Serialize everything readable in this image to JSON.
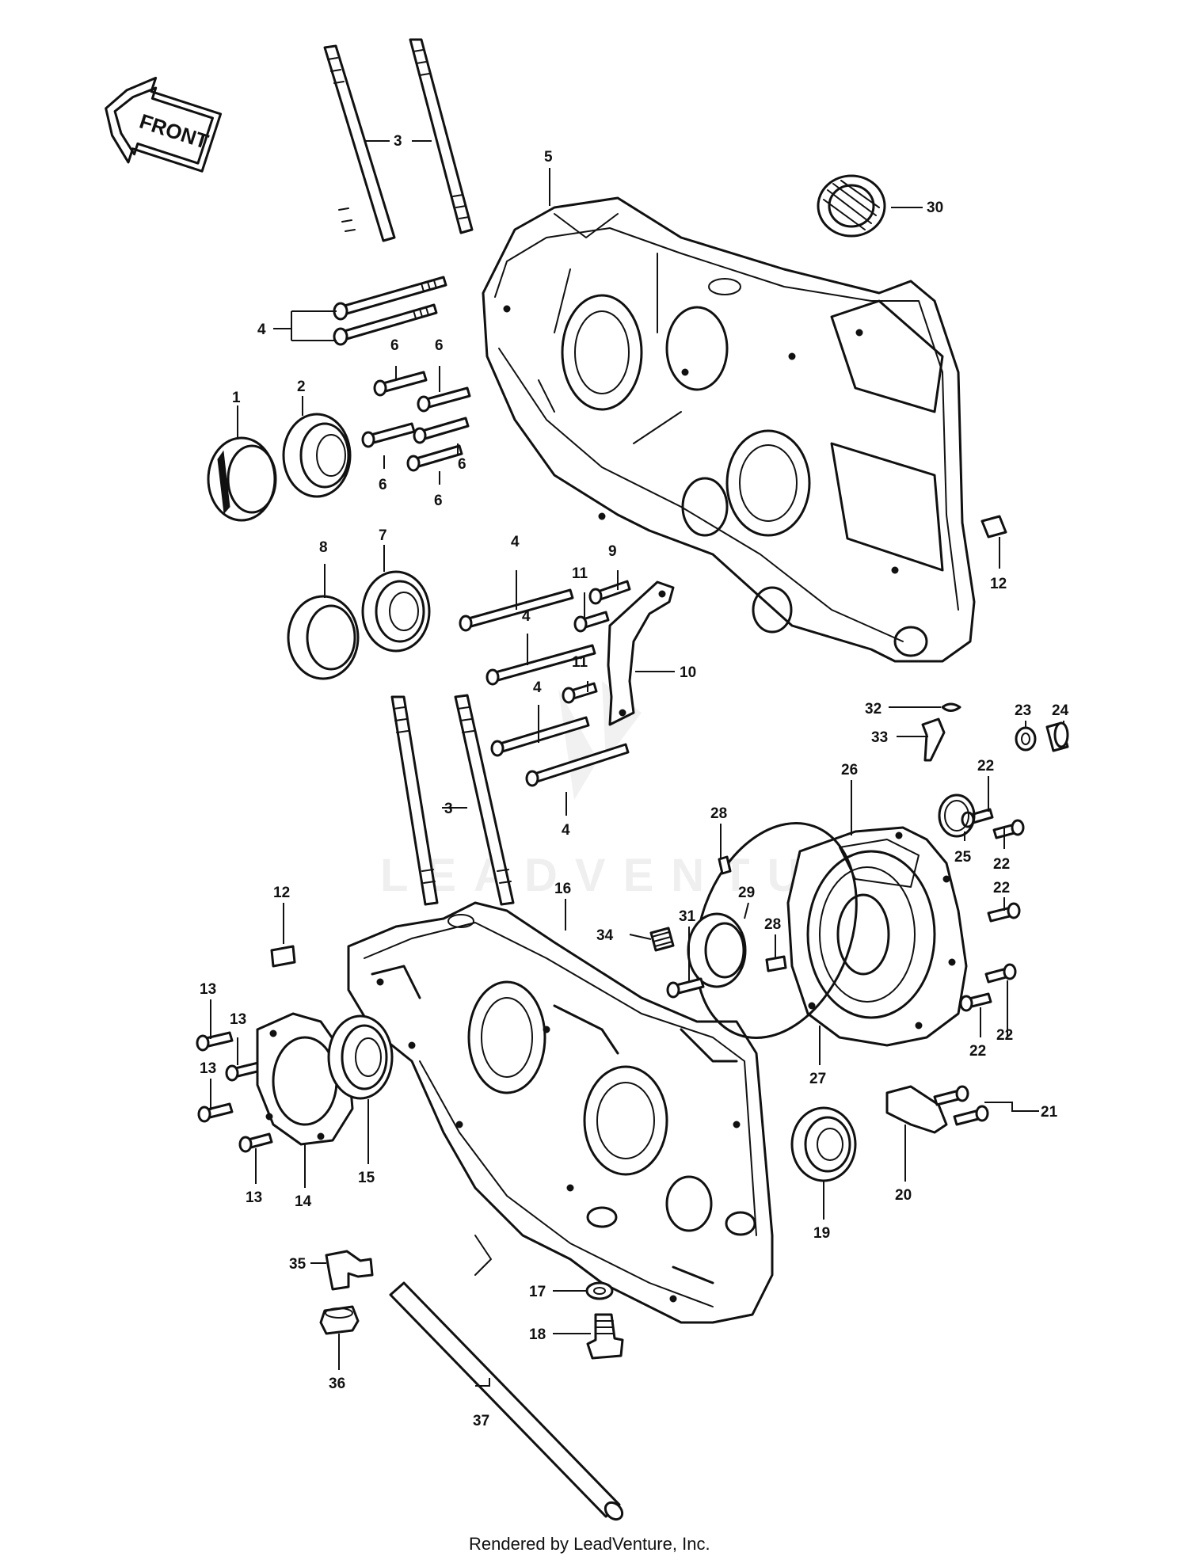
{
  "front_label": "FRONT",
  "watermark_text": "LEADVENTURE",
  "footer_credit": "Rendered by LeadVenture, Inc.",
  "callouts": [
    {
      "id": "c3a",
      "text": "3"
    },
    {
      "id": "c5",
      "text": "5"
    },
    {
      "id": "c30",
      "text": "30"
    },
    {
      "id": "c4a",
      "text": "4"
    },
    {
      "id": "c6a",
      "text": "6"
    },
    {
      "id": "c6b",
      "text": "6"
    },
    {
      "id": "c1",
      "text": "1"
    },
    {
      "id": "c2",
      "text": "2"
    },
    {
      "id": "c6c",
      "text": "6"
    },
    {
      "id": "c6d",
      "text": "6"
    },
    {
      "id": "c6e",
      "text": "6"
    },
    {
      "id": "c8",
      "text": "8"
    },
    {
      "id": "c7",
      "text": "7"
    },
    {
      "id": "c4b",
      "text": "4"
    },
    {
      "id": "c9",
      "text": "9"
    },
    {
      "id": "c11a",
      "text": "11"
    },
    {
      "id": "c4c",
      "text": "4"
    },
    {
      "id": "c11b",
      "text": "11"
    },
    {
      "id": "c10",
      "text": "10"
    },
    {
      "id": "c12a",
      "text": "12"
    },
    {
      "id": "c4d",
      "text": "4"
    },
    {
      "id": "c4e",
      "text": "4"
    },
    {
      "id": "c32",
      "text": "32"
    },
    {
      "id": "c23",
      "text": "23"
    },
    {
      "id": "c24",
      "text": "24"
    },
    {
      "id": "c33",
      "text": "33"
    },
    {
      "id": "c22a",
      "text": "22"
    },
    {
      "id": "c26",
      "text": "26"
    },
    {
      "id": "c3b",
      "text": "3"
    },
    {
      "id": "c28a",
      "text": "28"
    },
    {
      "id": "c22b",
      "text": "22"
    },
    {
      "id": "c25",
      "text": "25"
    },
    {
      "id": "c22c",
      "text": "22"
    },
    {
      "id": "c12b",
      "text": "12"
    },
    {
      "id": "c16",
      "text": "16"
    },
    {
      "id": "c29",
      "text": "29"
    },
    {
      "id": "c34",
      "text": "34"
    },
    {
      "id": "c31",
      "text": "31"
    },
    {
      "id": "c28b",
      "text": "28"
    },
    {
      "id": "c13a",
      "text": "13"
    },
    {
      "id": "c13b",
      "text": "13"
    },
    {
      "id": "c13c",
      "text": "13"
    },
    {
      "id": "c22d",
      "text": "22"
    },
    {
      "id": "c22e",
      "text": "22"
    },
    {
      "id": "c27",
      "text": "27"
    },
    {
      "id": "c21",
      "text": "21"
    },
    {
      "id": "c13d",
      "text": "13"
    },
    {
      "id": "c14",
      "text": "14"
    },
    {
      "id": "c15",
      "text": "15"
    },
    {
      "id": "c20",
      "text": "20"
    },
    {
      "id": "c19",
      "text": "19"
    },
    {
      "id": "c35",
      "text": "35"
    },
    {
      "id": "c17",
      "text": "17"
    },
    {
      "id": "c18",
      "text": "18"
    },
    {
      "id": "c36",
      "text": "36"
    },
    {
      "id": "c37",
      "text": "37"
    }
  ]
}
